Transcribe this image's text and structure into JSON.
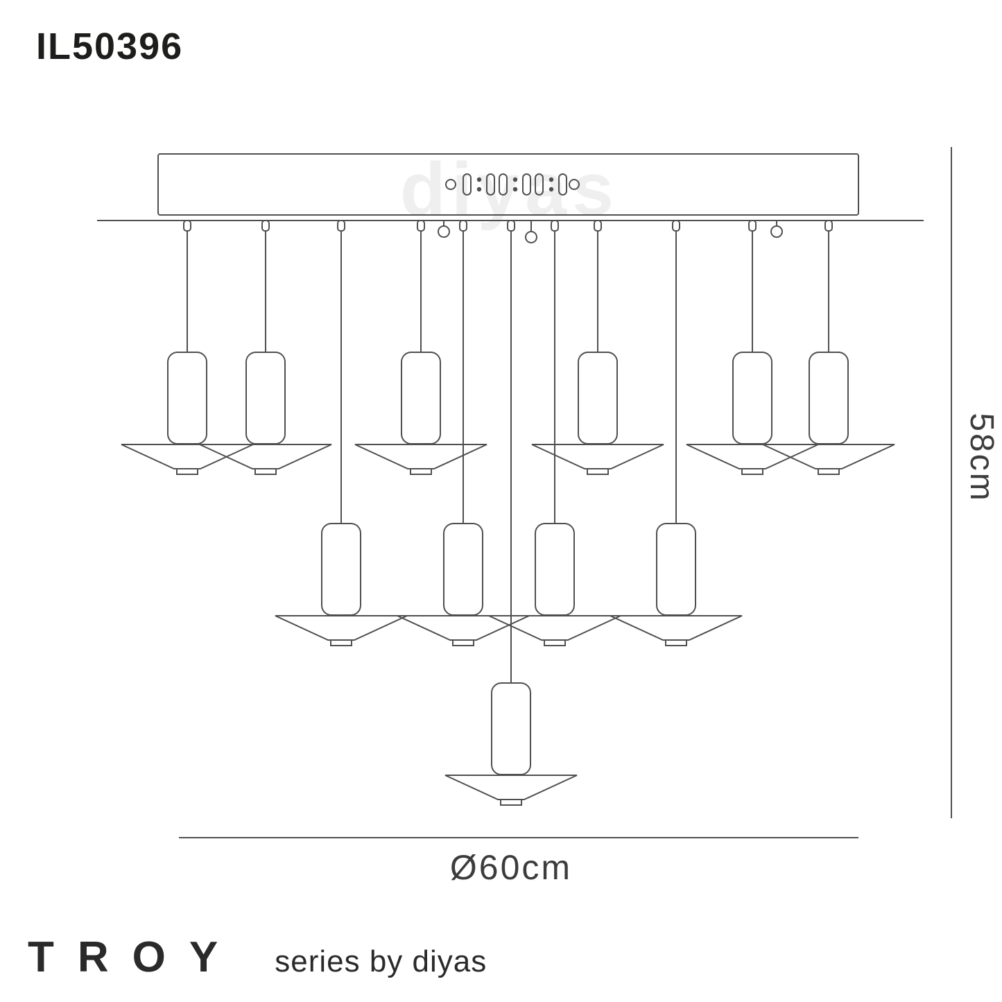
{
  "title": {
    "product_code": "IL50396"
  },
  "watermark": {
    "text": "diyas"
  },
  "dimensions": {
    "height_label": "58cm",
    "diameter_label": "Ø60cm"
  },
  "footer": {
    "series_name": "TROY",
    "series_tagline": "series by diyas"
  },
  "colors": {
    "line": "#4f4f4f",
    "text": "#1d1d1b"
  },
  "figure": {
    "type": "technical line drawing",
    "subject": "multi-drop pendant ceiling light with flat cone shades",
    "pendants_upper_tier": 6,
    "pendants_middle_tier": 4,
    "pendants_lower_tier": 1,
    "sphere_accents": 3
  }
}
